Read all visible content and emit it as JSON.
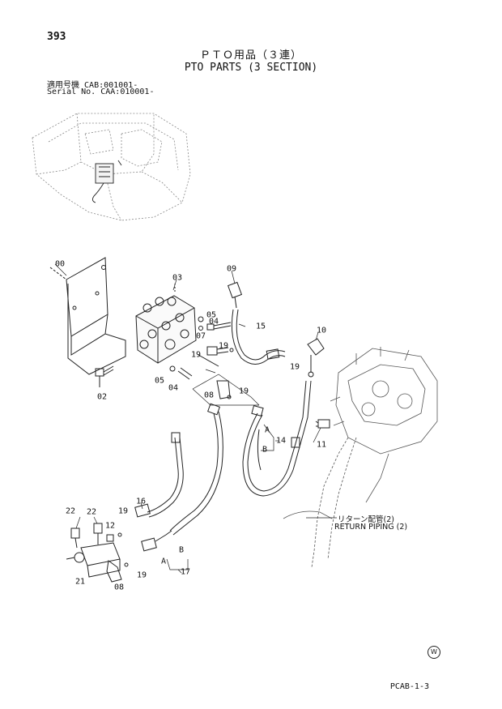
{
  "page_number": "393",
  "title_jp": "ＰＴＯ用品（３連）",
  "title_en": "PTO PARTS (3 SECTION)",
  "serial": {
    "line1_label": "適用号機",
    "line1_value": "CAB:001001-",
    "line2_label": "Serial No.",
    "line2_value": "CAA:010001-"
  },
  "callouts": {
    "c00": "00",
    "c03": "03",
    "c09": "09",
    "c05a": "05",
    "c07": "07",
    "c04a": "04",
    "c15": "15",
    "c10": "10",
    "c19a": "19",
    "c19b": "19",
    "c19c": "19",
    "c05b": "05",
    "c04b": "04",
    "c08a": "08",
    "c19d": "19",
    "c02": "02",
    "cA1": "A",
    "cB1": "B",
    "c14": "14",
    "c11": "11",
    "c16": "16",
    "c22a": "22",
    "c22b": "22",
    "c12": "12",
    "c19e": "19",
    "c21": "21",
    "c08b": "08",
    "c19f": "19",
    "cA2": "A",
    "cB2": "B",
    "c17": "17"
  },
  "return_note": {
    "jp": "リターン配管(2)",
    "en": "RETURN PIPING (2)"
  },
  "footer": {
    "w_mark": "W",
    "code": "PCAB-1-3"
  }
}
